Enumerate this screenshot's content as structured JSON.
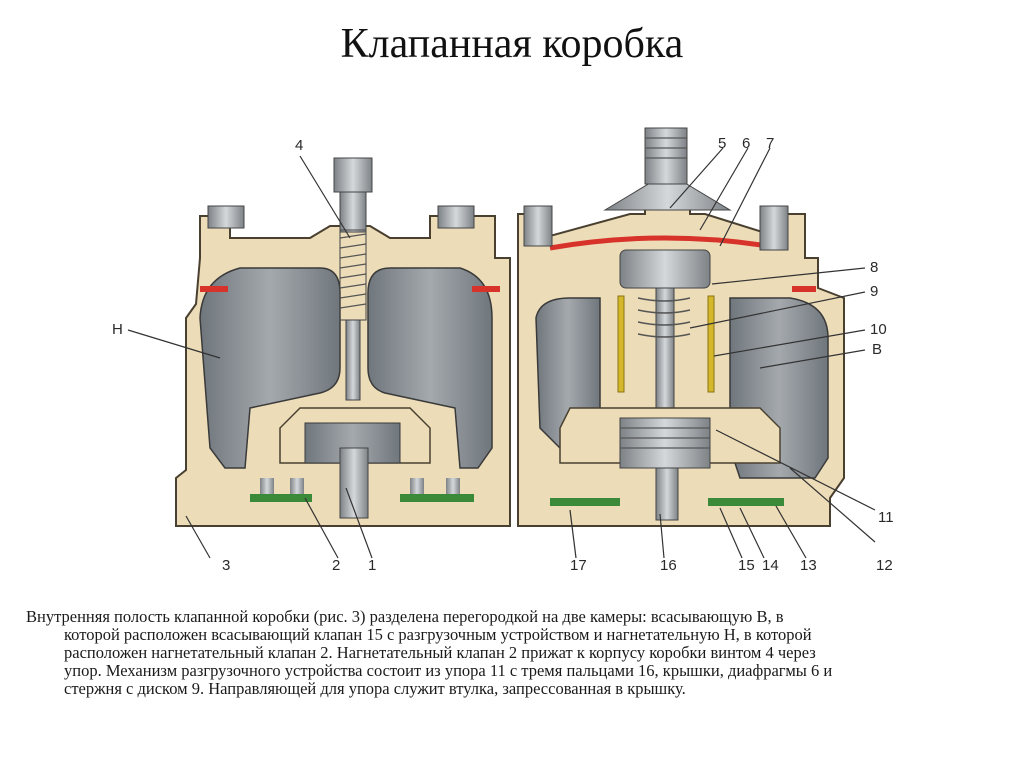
{
  "title": "Клапанная коробка",
  "labels": {
    "l1": "1",
    "l2": "2",
    "l3": "3",
    "l4": "4",
    "l5": "5",
    "l6": "6",
    "l7": "7",
    "l8": "8",
    "l9": "9",
    "l10": "10",
    "l11": "11",
    "l12": "12",
    "l13": "13",
    "l14": "14",
    "l15": "15",
    "l16": "16",
    "l17": "17",
    "lH": "Н",
    "lB": "В"
  },
  "caption": {
    "line1": "Внутренняя полость клапанной коробки (рис. 3) разделена перегородкой на две камеры: всасывающую В, в",
    "line2": "которой расположен всасывающий клапан 15 с разгрузочным устройством и нагнетательную Н, в которой",
    "line3": "расположен нагнетательный клапан 2. Нагнетательный клапан 2 прижат к корпусу коробки винтом 4 через",
    "line4": "упор. Механизм разгрузочного устройства состоит из упора 11 с тремя пальцами 16, крышки, диафрагмы 6 и",
    "line5": "стержня с диском 9. Направляющей для упора служит втулка, запрессованная в крышку."
  },
  "colors": {
    "casting": "#ecdcb8",
    "cavity": "#8e9499",
    "metal": "#b9bcbe",
    "gasket": "#d8332a",
    "valve_plate": "#3a8a3a",
    "spring_rod": "#d4b72a"
  }
}
